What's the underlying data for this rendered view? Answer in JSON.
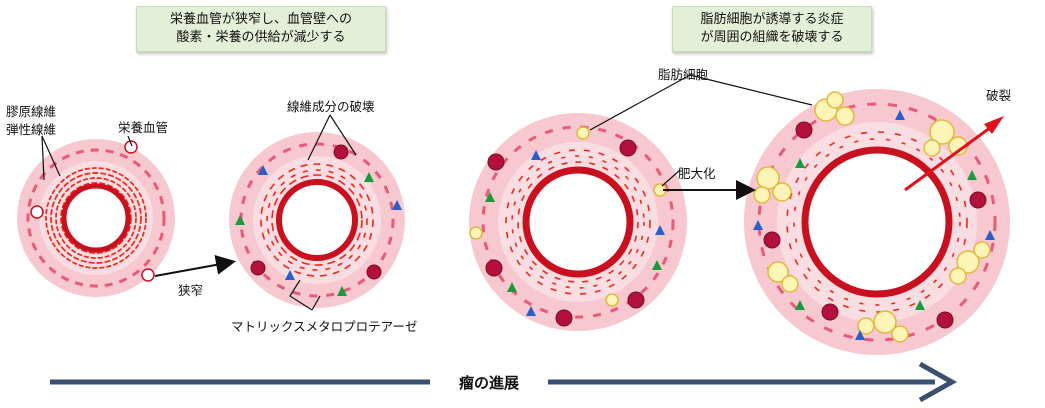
{
  "notes": {
    "left_line1": "栄養血管が狭窄し、血管壁への",
    "left_line2": "酸素・栄養の供給が減少する",
    "right_line1": "脂肪細胞が誘導する炎症",
    "right_line2": "が周囲の組織を破壊する"
  },
  "labels": {
    "collagen_line1": "膠原線維",
    "collagen_line2": "弾性線維",
    "vasa_vasorum": "栄養血管",
    "fiber_destruction": "線維成分の破壊",
    "narrowing": "狭窄",
    "mmp": "マトリックスメタロプロテアーゼ",
    "adipocyte": "脂肪細胞",
    "hypertrophy": "肥大化",
    "rupture": "破裂",
    "progression": "瘤の進展"
  },
  "colors": {
    "outer_pink": "#f7c8cf",
    "inner_pink": "#fadde2",
    "lumen_ring": "#c8101e",
    "fiber": "#f02818",
    "cell_red": "#b4103c",
    "mmp_blue": "#2a5ec8",
    "mmp_green": "#1a9a3c",
    "fat_yellow": "#fdf4b8",
    "progress_arrow": "#3a5070",
    "rupture_arrow": "#e0101c"
  }
}
